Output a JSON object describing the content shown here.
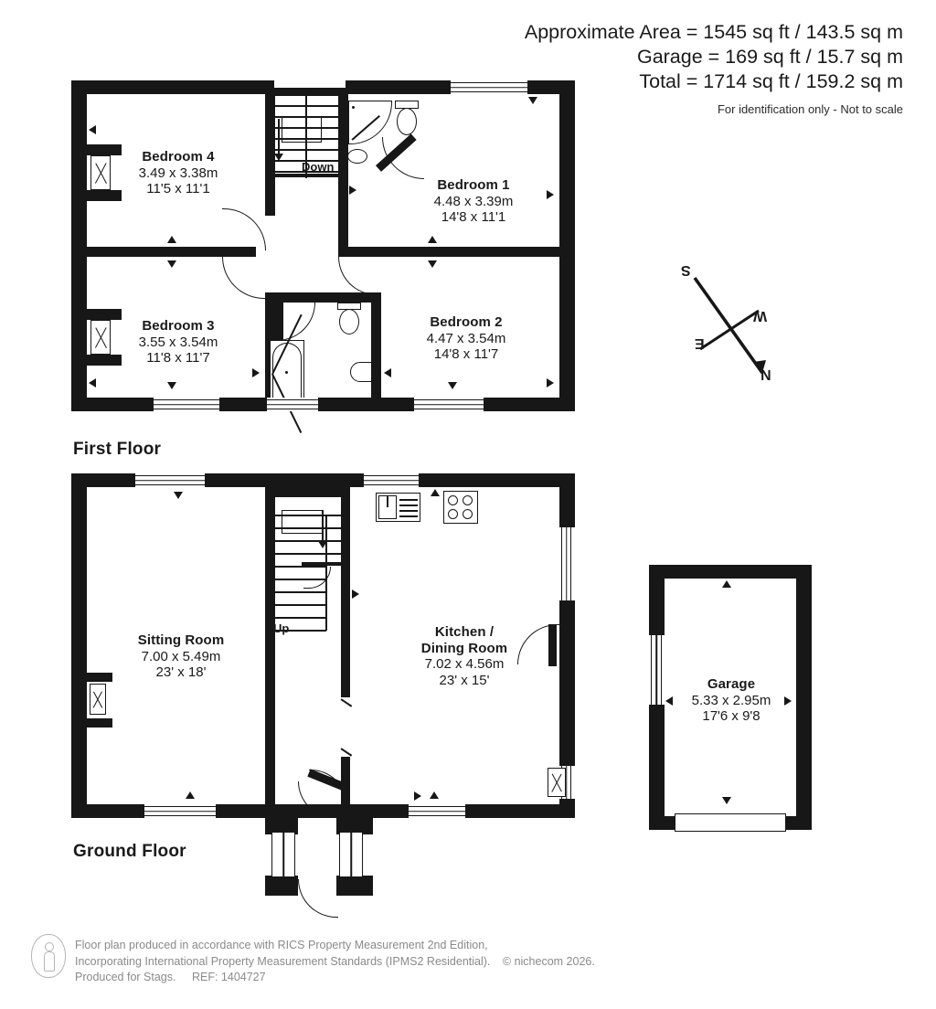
{
  "header": {
    "area_line": "Approximate Area = 1545 sq ft / 143.5 sq m",
    "garage_line": "Garage = 169 sq ft / 15.7 sq m",
    "total_line": "Total = 1714 sq ft / 159.2 sq m",
    "disclaimer": "For identification only - Not to scale"
  },
  "floors": [
    {
      "key": "first",
      "title": "First Floor"
    },
    {
      "key": "ground",
      "title": "Ground Floor"
    }
  ],
  "first_floor": {
    "title": "First Floor",
    "stairs_label": "Down",
    "rooms": [
      {
        "name": "Bedroom 4",
        "metric": "3.49 x 3.38m",
        "imperial": "11'5 x 11'1"
      },
      {
        "name": "Bedroom 1",
        "metric": "4.48 x 3.39m",
        "imperial": "14'8 x 11'1"
      },
      {
        "name": "Bedroom 3",
        "metric": "3.55 x 3.54m",
        "imperial": "11'8 x 11'7"
      },
      {
        "name": "Bedroom 2",
        "metric": "4.47 x 3.54m",
        "imperial": "14'8 x 11'7"
      }
    ]
  },
  "ground_floor": {
    "title": "Ground Floor",
    "stairs_label": "Up",
    "rooms": [
      {
        "name": "Sitting Room",
        "metric": "7.00 x 5.49m",
        "imperial": "23' x 18'"
      },
      {
        "name": "Kitchen /",
        "name2": "Dining Room",
        "metric": "7.02 x 4.56m",
        "imperial": "23' x 15'"
      }
    ]
  },
  "garage": {
    "name": "Garage",
    "metric": "5.33 x 2.95m",
    "imperial": "17'6 x 9'8"
  },
  "compass": {
    "north": "N",
    "south": "S",
    "east": "E",
    "west": "W"
  },
  "footer": {
    "line1": "Floor plan produced in accordance with RICS Property Measurement 2nd Edition,",
    "line2": "Incorporating International Property Measurement Standards (IPMS2 Residential).",
    "copyright": "© nichecom 2026.",
    "line3": "Produced for Stags.",
    "reference": "REF: 1404727"
  },
  "colors": {
    "wall": "#171717",
    "paper": "#ffffff",
    "footer_text": "#8a8a8a"
  }
}
